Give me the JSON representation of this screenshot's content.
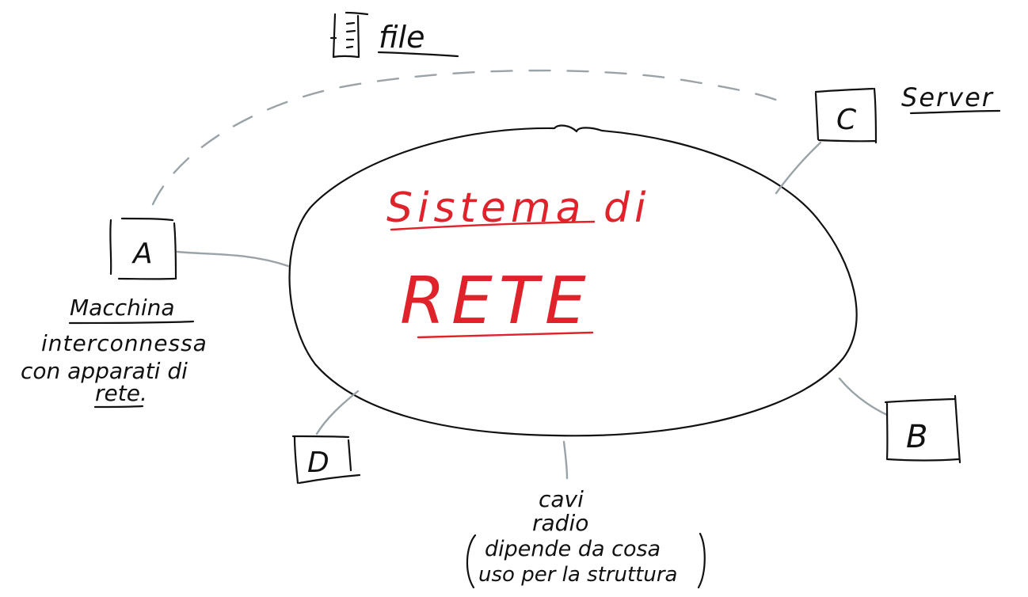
{
  "colors": {
    "ink": "#111111",
    "accent": "#e0222a",
    "connector": "#9aa3a8"
  },
  "network": {
    "title_line1": "Sistema di",
    "title_line2": "RETE"
  },
  "nodes": {
    "a": {
      "letter": "A"
    },
    "b": {
      "letter": "B"
    },
    "c": {
      "letter": "C"
    },
    "d": {
      "letter": "D"
    }
  },
  "labels": {
    "file": "file",
    "file_icon": "document-icon",
    "server": "Server",
    "macchina": "Macchina",
    "macchina_line2": "interconnessa",
    "macchina_line3": "con apparati di",
    "macchina_line4": "rete.",
    "cavi": "cavi",
    "radio": "radio",
    "note_line1": "dipende da cosa",
    "note_line2": "uso per la struttura"
  }
}
